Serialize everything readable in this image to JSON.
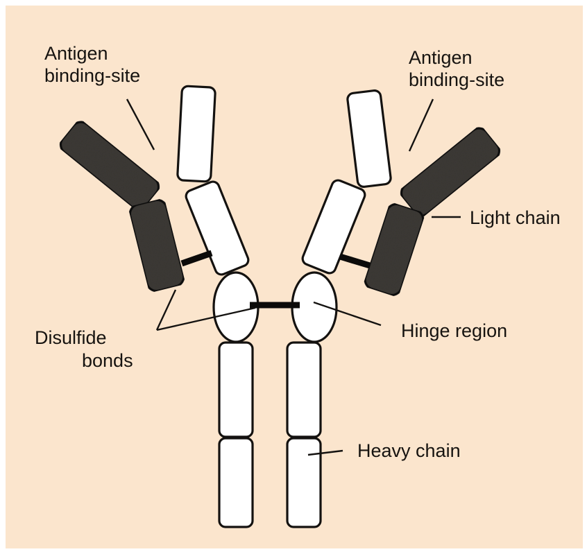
{
  "diagram": {
    "background_color": "#fbe5cd",
    "light_chain_color": "#3d3a36",
    "heavy_chain_color": "#ffffff",
    "labels": {
      "antigen_left_line1": "Antigen",
      "antigen_left_line2": "binding-site",
      "antigen_right_line1": "Antigen",
      "antigen_right_line2": "binding-site",
      "light_chain": "Light chain",
      "disulfide_line1": "Disulfide",
      "disulfide_line2": "bonds",
      "hinge_region": "Hinge region",
      "heavy_chain": "Heavy chain"
    }
  }
}
